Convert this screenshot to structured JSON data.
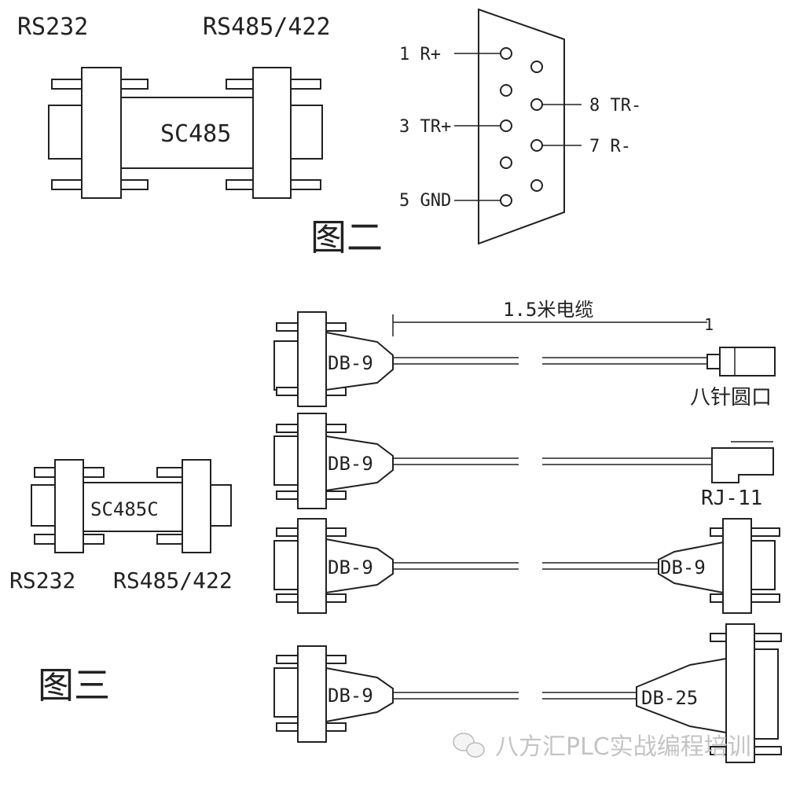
{
  "fig2": {
    "label_left": "RS232",
    "label_right": "RS485/422",
    "adapter": "SC485",
    "caption": "图二",
    "pins": {
      "p1": "1 R+",
      "p3": "3 TR+",
      "p5": "5 GND",
      "p8": "8 TR-",
      "p7": "7 R-"
    }
  },
  "fig3": {
    "caption": "图三",
    "adapter": "SC485C",
    "label_left": "RS232",
    "label_right": "RS485/422",
    "cable_length": "1.5米电缆",
    "dim_mark": "1",
    "cables": [
      {
        "from": "DB-9",
        "to": "八针圆口"
      },
      {
        "from": "DB-9",
        "to": "RJ-11"
      },
      {
        "from": "DB-9",
        "to": "DB-9"
      },
      {
        "from": "DB-9",
        "to": "DB-25"
      }
    ]
  },
  "watermark": "八方汇PLC实战编程培训"
}
